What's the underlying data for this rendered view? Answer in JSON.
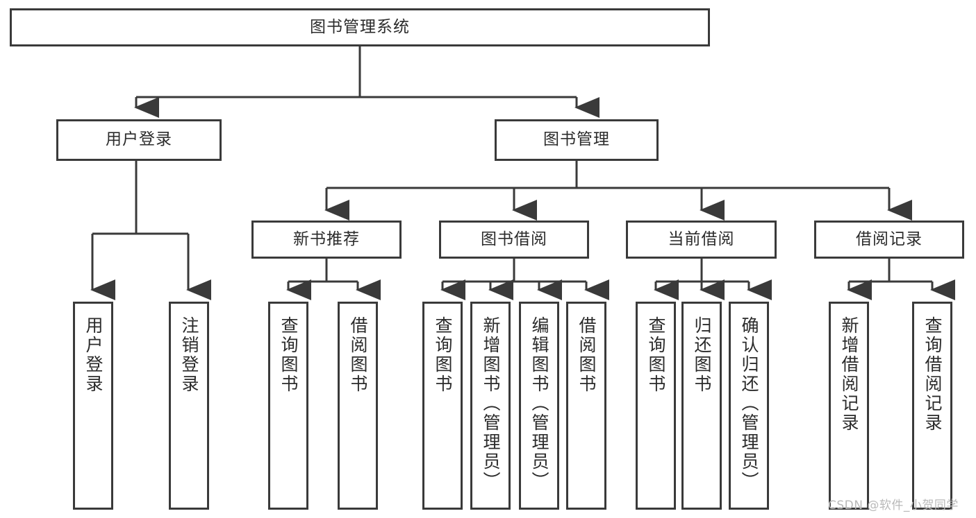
{
  "diagram": {
    "title": "图书管理系统",
    "type": "tree",
    "colors": {
      "background": "#ffffff",
      "box_border": "#3a3a3a",
      "text": "#2b2b2b",
      "connector": "#3a3a3a",
      "watermark": "#b9b9b9"
    },
    "root": {
      "label": "图书管理系统"
    },
    "level2": [
      {
        "label": "用户登录"
      },
      {
        "label": "图书管理"
      }
    ],
    "level3": [
      {
        "label": "新书推荐"
      },
      {
        "label": "图书借阅"
      },
      {
        "label": "当前借阅"
      },
      {
        "label": "借阅记录"
      }
    ],
    "leaves": {
      "user_login": [
        {
          "label": "用户登录"
        },
        {
          "label": "注销登录"
        }
      ],
      "new_book_recommend": [
        {
          "label": "查询图书"
        },
        {
          "label": "借阅图书"
        }
      ],
      "book_borrow": [
        {
          "label": "查询图书"
        },
        {
          "label": "新增图书（管理员）"
        },
        {
          "label": "编辑图书（管理员）"
        },
        {
          "label": "借阅图书"
        }
      ],
      "current_borrow": [
        {
          "label": "查询图书"
        },
        {
          "label": "归还图书"
        },
        {
          "label": "确认归还（管理员）"
        }
      ],
      "borrow_record": [
        {
          "label": "新增借阅记录"
        },
        {
          "label": "查询借阅记录"
        }
      ]
    }
  },
  "watermark": {
    "text": "CSDN @软件_小贺同学"
  }
}
